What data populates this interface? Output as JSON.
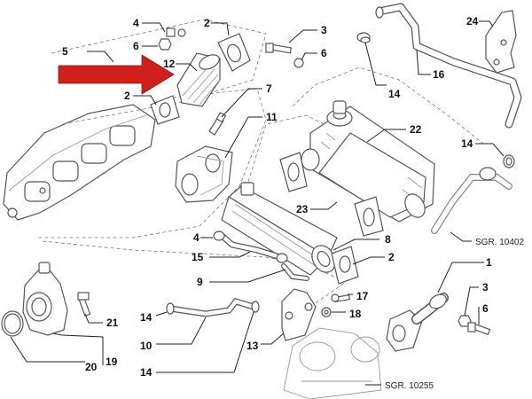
{
  "labels": {
    "p1": "1",
    "p2a": "2",
    "p2b": "2",
    "p2c": "2",
    "p3a": "3",
    "p3b": "3",
    "p4a": "4",
    "p4b": "4",
    "p5": "5",
    "p6a": "6",
    "p6b": "6",
    "p6c": "6",
    "p7": "7",
    "p8": "8",
    "p9": "9",
    "p10": "10",
    "p11": "11",
    "p12": "12",
    "p13": "13",
    "p14a": "14",
    "p14b": "14",
    "p14c": "14",
    "p14d": "14",
    "p15": "15",
    "p16": "16",
    "p17": "17",
    "p18": "18",
    "p19": "19",
    "p20": "20",
    "p21": "21",
    "p22": "22",
    "p23": "23",
    "p24": "24"
  },
  "refs": {
    "sgr_a": "SGR. 10402",
    "sgr_b": "SGR. 10255"
  },
  "arrow_color": "#d0201e"
}
